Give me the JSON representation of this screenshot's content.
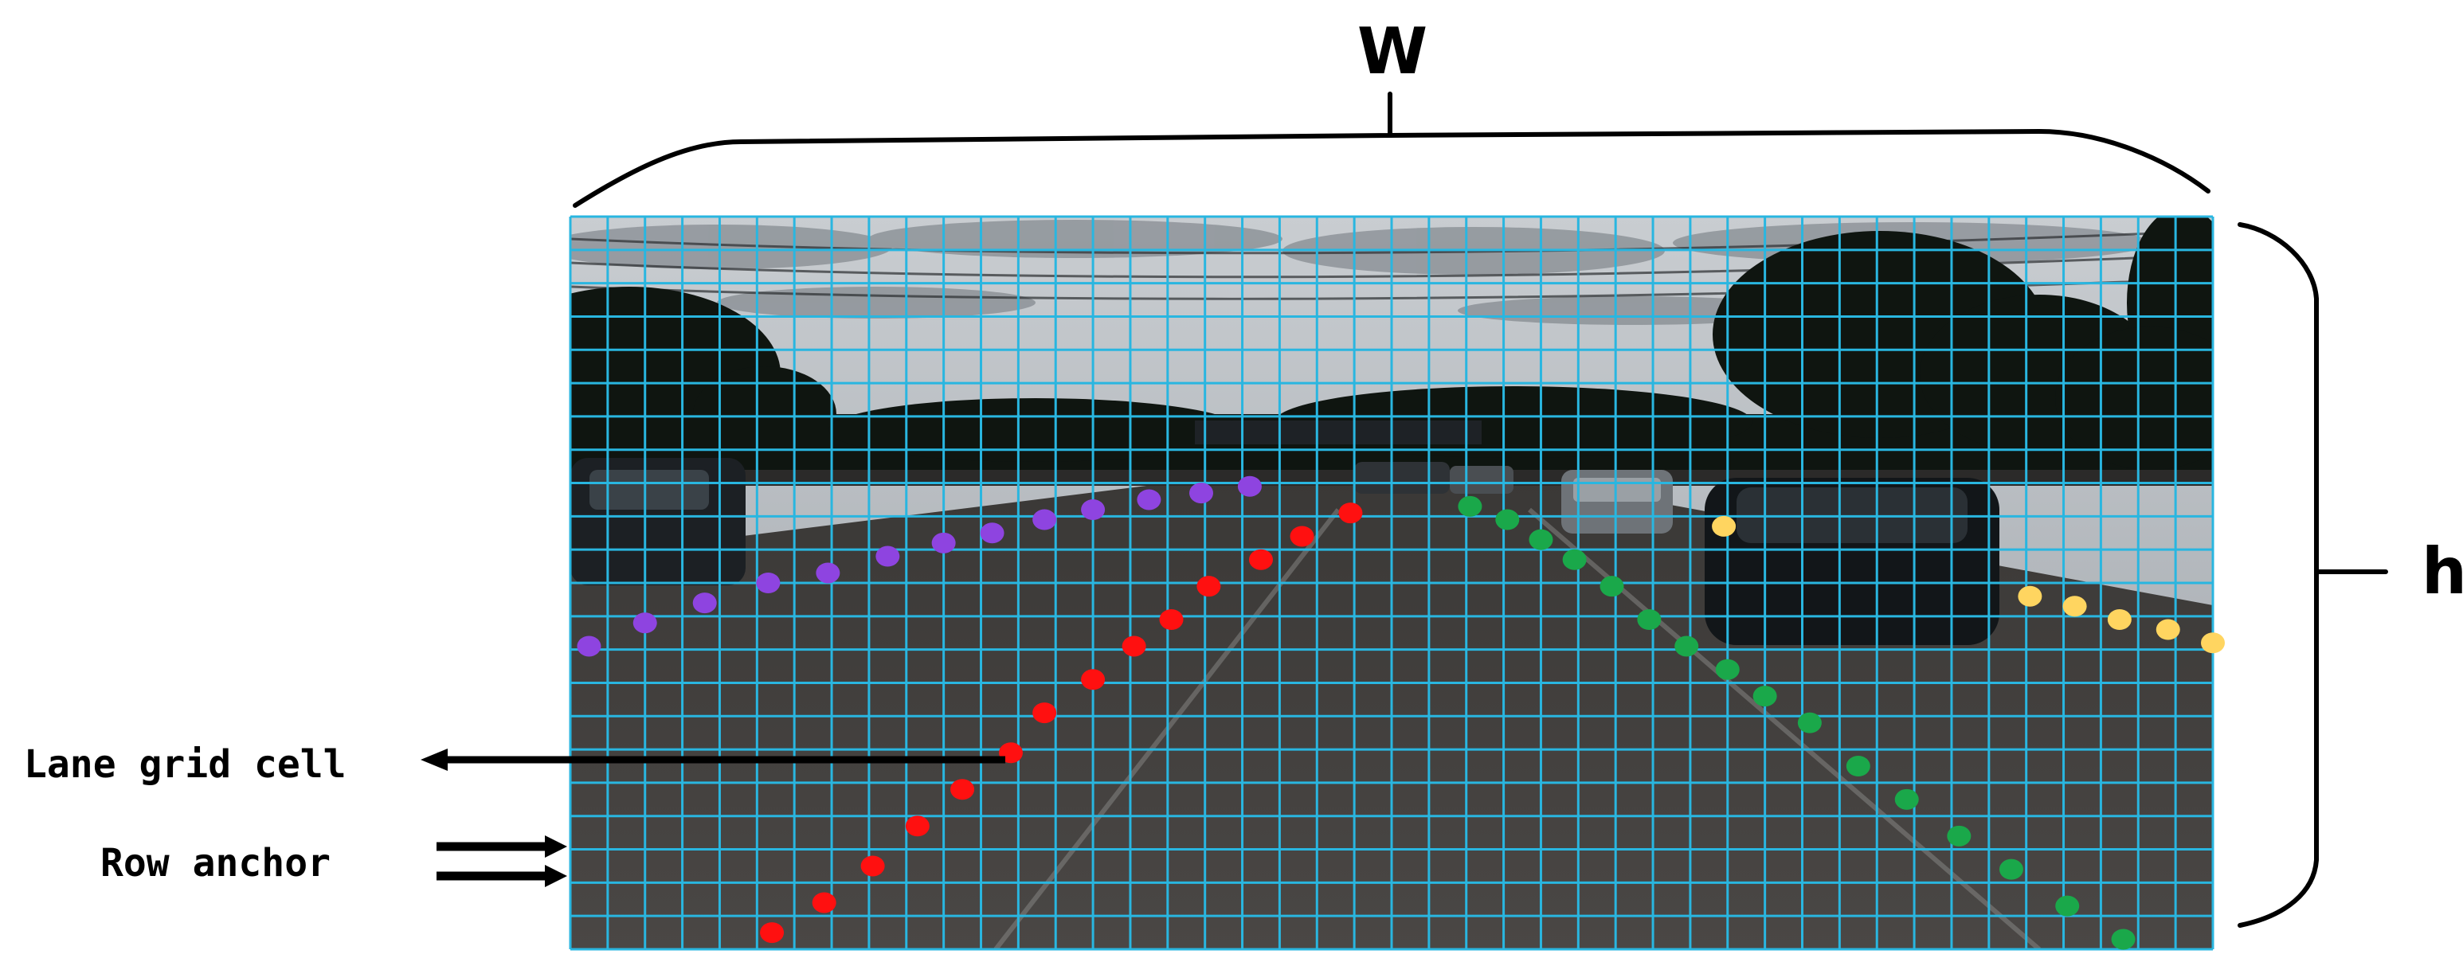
{
  "labels": {
    "width": "W",
    "height": "h",
    "lane_grid_cell": "Lane grid cell",
    "row_anchor": "Row anchor"
  },
  "colors": {
    "grid": "#29b6e0",
    "lane_purple": "#8e44e0",
    "lane_red": "#ff1010",
    "lane_green": "#1aa84a",
    "lane_yellow": "#ffd560",
    "sky": "#b9bec3",
    "road": "#444240"
  },
  "grid": {
    "columns": 44,
    "rows": 22
  },
  "lanes": [
    {
      "name": "purple",
      "color_key": "lane_purple",
      "points": [
        [
          0.5,
          12.9
        ],
        [
          2,
          12.2
        ],
        [
          3.6,
          11.6
        ],
        [
          5.3,
          11.0
        ],
        [
          6.9,
          10.7
        ],
        [
          8.5,
          10.2
        ],
        [
          10,
          9.8
        ],
        [
          11.3,
          9.5
        ],
        [
          12.7,
          9.1
        ],
        [
          14,
          8.8
        ],
        [
          15.5,
          8.5
        ],
        [
          16.9,
          8.3
        ],
        [
          18.2,
          8.1
        ]
      ]
    },
    {
      "name": "red",
      "color_key": "lane_red",
      "points": [
        [
          5.4,
          21.5
        ],
        [
          6.8,
          20.6
        ],
        [
          8.1,
          19.5
        ],
        [
          9.3,
          18.3
        ],
        [
          10.5,
          17.2
        ],
        [
          11.8,
          16.1
        ],
        [
          12.7,
          14.9
        ],
        [
          14,
          13.9
        ],
        [
          15.1,
          12.9
        ],
        [
          16.1,
          12.1
        ],
        [
          17.1,
          11.1
        ],
        [
          18.5,
          10.3
        ],
        [
          19.6,
          9.6
        ],
        [
          20.9,
          8.9
        ]
      ]
    },
    {
      "name": "green",
      "color_key": "lane_green",
      "points": [
        [
          24.1,
          8.7
        ],
        [
          25.1,
          9.1
        ],
        [
          26,
          9.7
        ],
        [
          26.9,
          10.3
        ],
        [
          27.9,
          11.1
        ],
        [
          28.9,
          12.1
        ],
        [
          29.9,
          12.9
        ],
        [
          31,
          13.6
        ],
        [
          32,
          14.4
        ],
        [
          33.2,
          15.2
        ],
        [
          34.5,
          16.5
        ],
        [
          35.8,
          17.5
        ],
        [
          37.2,
          18.6
        ],
        [
          38.6,
          19.6
        ],
        [
          40.1,
          20.7
        ],
        [
          41.6,
          21.7
        ]
      ]
    },
    {
      "name": "yellow",
      "color_key": "lane_yellow",
      "points": [
        [
          30.9,
          9.3
        ],
        [
          39.1,
          11.4
        ],
        [
          40.3,
          11.7
        ],
        [
          41.5,
          12.1
        ],
        [
          42.8,
          12.4
        ],
        [
          44,
          12.8
        ]
      ]
    }
  ]
}
